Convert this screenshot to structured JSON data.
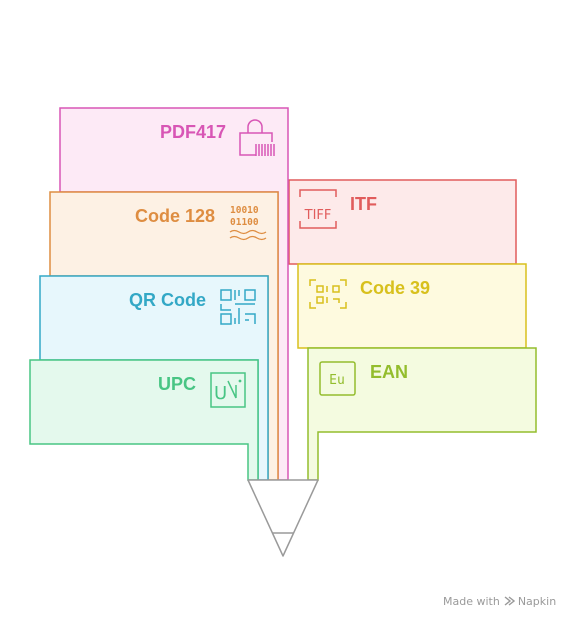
{
  "colors": {
    "pdf417": "#d856b5",
    "code128": "#de8d41",
    "qrcode": "#33a8c6",
    "upc": "#48c584",
    "itf": "#e15c5c",
    "code39": "#d8c01d",
    "ean": "#93bd2d",
    "funnel": "#9a9a9a"
  },
  "left_column": [
    {
      "label": "PDF417",
      "icon": "barcode-lock-icon"
    },
    {
      "label": "Code 128",
      "icon": "binary-code-icon",
      "icon_text": [
        "10010",
        "01100"
      ]
    },
    {
      "label": "QR Code",
      "icon": "qr-code-icon"
    },
    {
      "label": "UPC",
      "icon": "upc-icon",
      "icon_text": "U"
    }
  ],
  "right_column": [
    {
      "label": "ITF",
      "icon": "tiff-icon",
      "icon_text": "TIFF"
    },
    {
      "label": "Code 39",
      "icon": "qr-scan-icon"
    },
    {
      "label": "EAN",
      "icon": "eu-icon",
      "icon_text": "Eu"
    }
  ],
  "footer": {
    "prefix": "Made with",
    "brand": "Napkin",
    "icon": "napkin-logo-icon"
  }
}
